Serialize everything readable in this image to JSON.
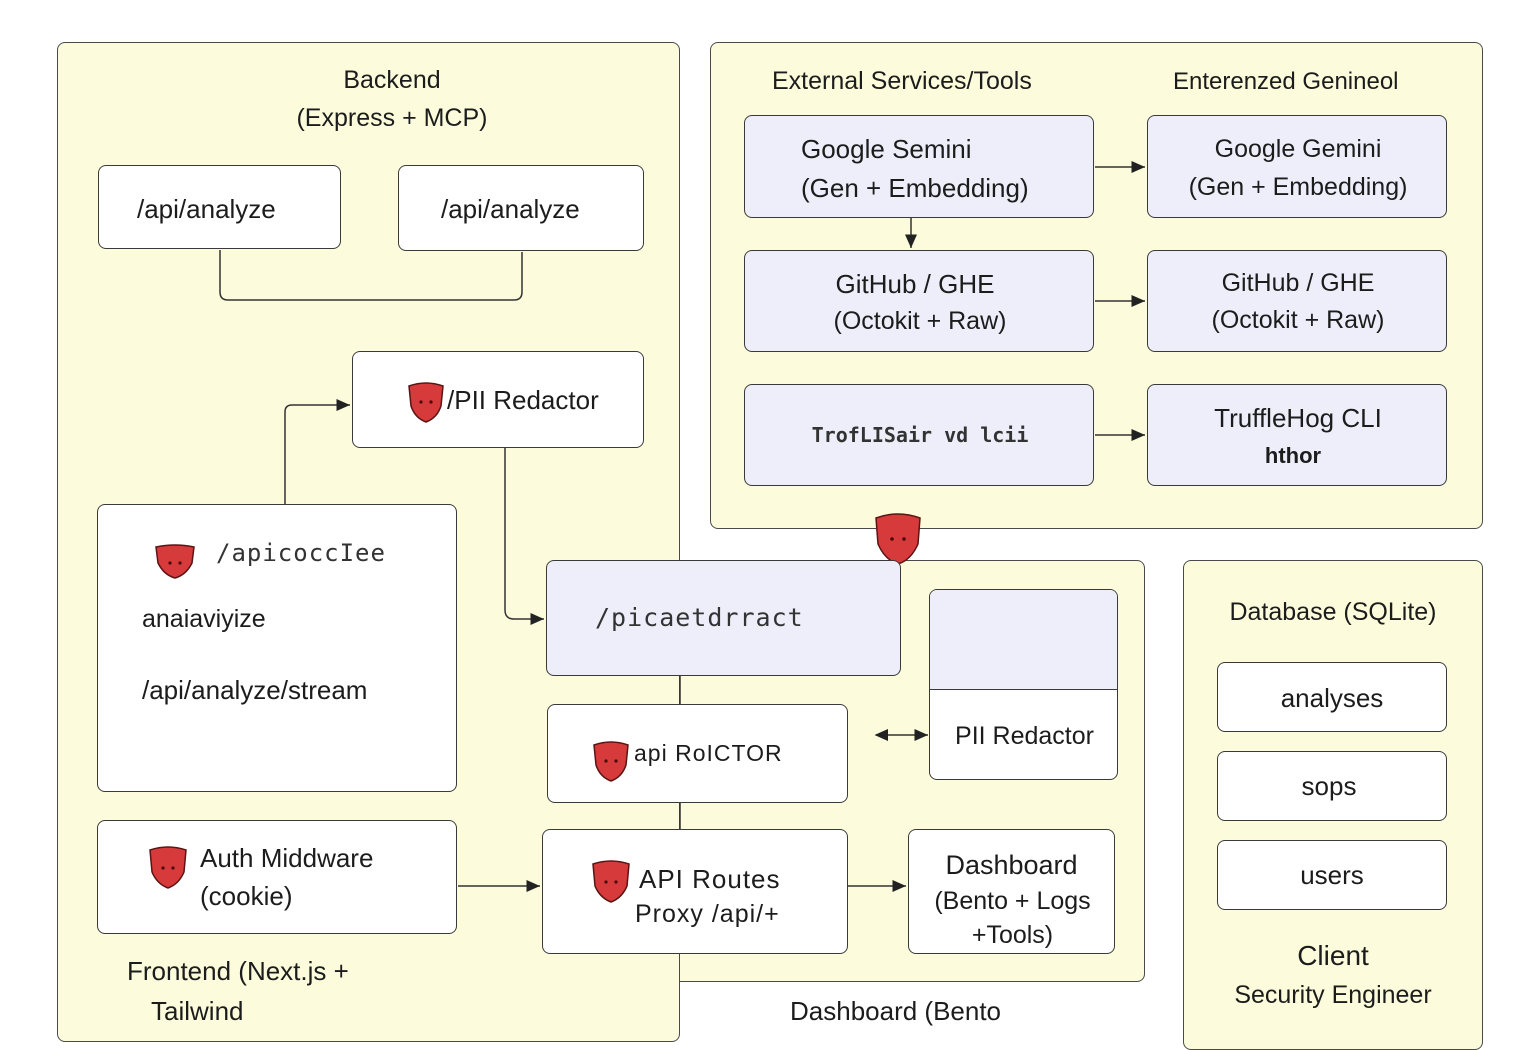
{
  "backend": {
    "title": "Backend",
    "subtitle": "(Express + MCP)",
    "analyze_left": "/api/analyze",
    "analyze_right": "/api/analyze",
    "pii_redactor": "/PII Redactor",
    "routes_title": "/apicoccIee",
    "routes_line2": "anaiaviyize",
    "routes_line3": "/api/analyze/stream"
  },
  "frontend": {
    "auth_line1": "Auth Middware",
    "auth_line2": "(cookie)",
    "label_line1": "Frontend (Next.js +",
    "label_line2": "Tailwind",
    "center_box": "/picaetdrract",
    "api_redactor": "api RoICTOR",
    "pii_redactor": "PII Redactor",
    "api_routes_line1": "API Routes",
    "api_routes_line2": "Proxy /api/+",
    "dashboard_line1": "Dashboard",
    "dashboard_line2": "(Bento + Logs",
    "dashboard_line3": "+Tools)",
    "dashboard_label": "Dashboard (Bento"
  },
  "external": {
    "title": "External Services/Tools",
    "title_right": "Enterenzed Genineol",
    "gemini_left_line1": "Google Semini",
    "gemini_left_line2": "(Gen + Embedding)",
    "gemini_right_line1": "Google Gemini",
    "gemini_right_line2": "(Gen + Embedding)",
    "github_left_line1": "GitHub / GHE",
    "github_left_line2": "(Octokit + Raw)",
    "github_right_line1": "GitHub / GHE",
    "github_right_line2": "(Octokit + Raw)",
    "truffle_left": "TrofLISair vd lcii",
    "truffle_right_line1": "TruffleHog CLI",
    "truffle_right_line2": "hthor"
  },
  "database": {
    "title": "Database (SQLite)",
    "items": [
      "analyses",
      "sops",
      "users"
    ],
    "client_title": "Client",
    "client_subtitle": "Security Engineer"
  },
  "colors": {
    "panel": "#fcfcdc",
    "box_lavender": "#eeeefb",
    "shield": "#d63a3a"
  },
  "icons": [
    "shield-icon"
  ]
}
